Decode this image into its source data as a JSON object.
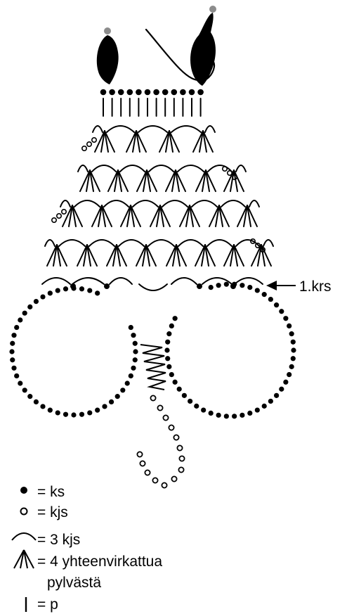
{
  "diagram": {
    "row_marker_label": "1.krs"
  },
  "legend": [
    {
      "symbol": "filled-dot-icon",
      "text": "= ks"
    },
    {
      "symbol": "open-dot-icon",
      "text": "= kjs"
    },
    {
      "symbol": "arc-icon",
      "text": "= 3 kjs"
    },
    {
      "symbol": "cluster-icon",
      "text": "= 4 yhteenvirkattua",
      "text2": "pylvästä"
    },
    {
      "symbol": "bar-icon",
      "text": "= p"
    }
  ]
}
